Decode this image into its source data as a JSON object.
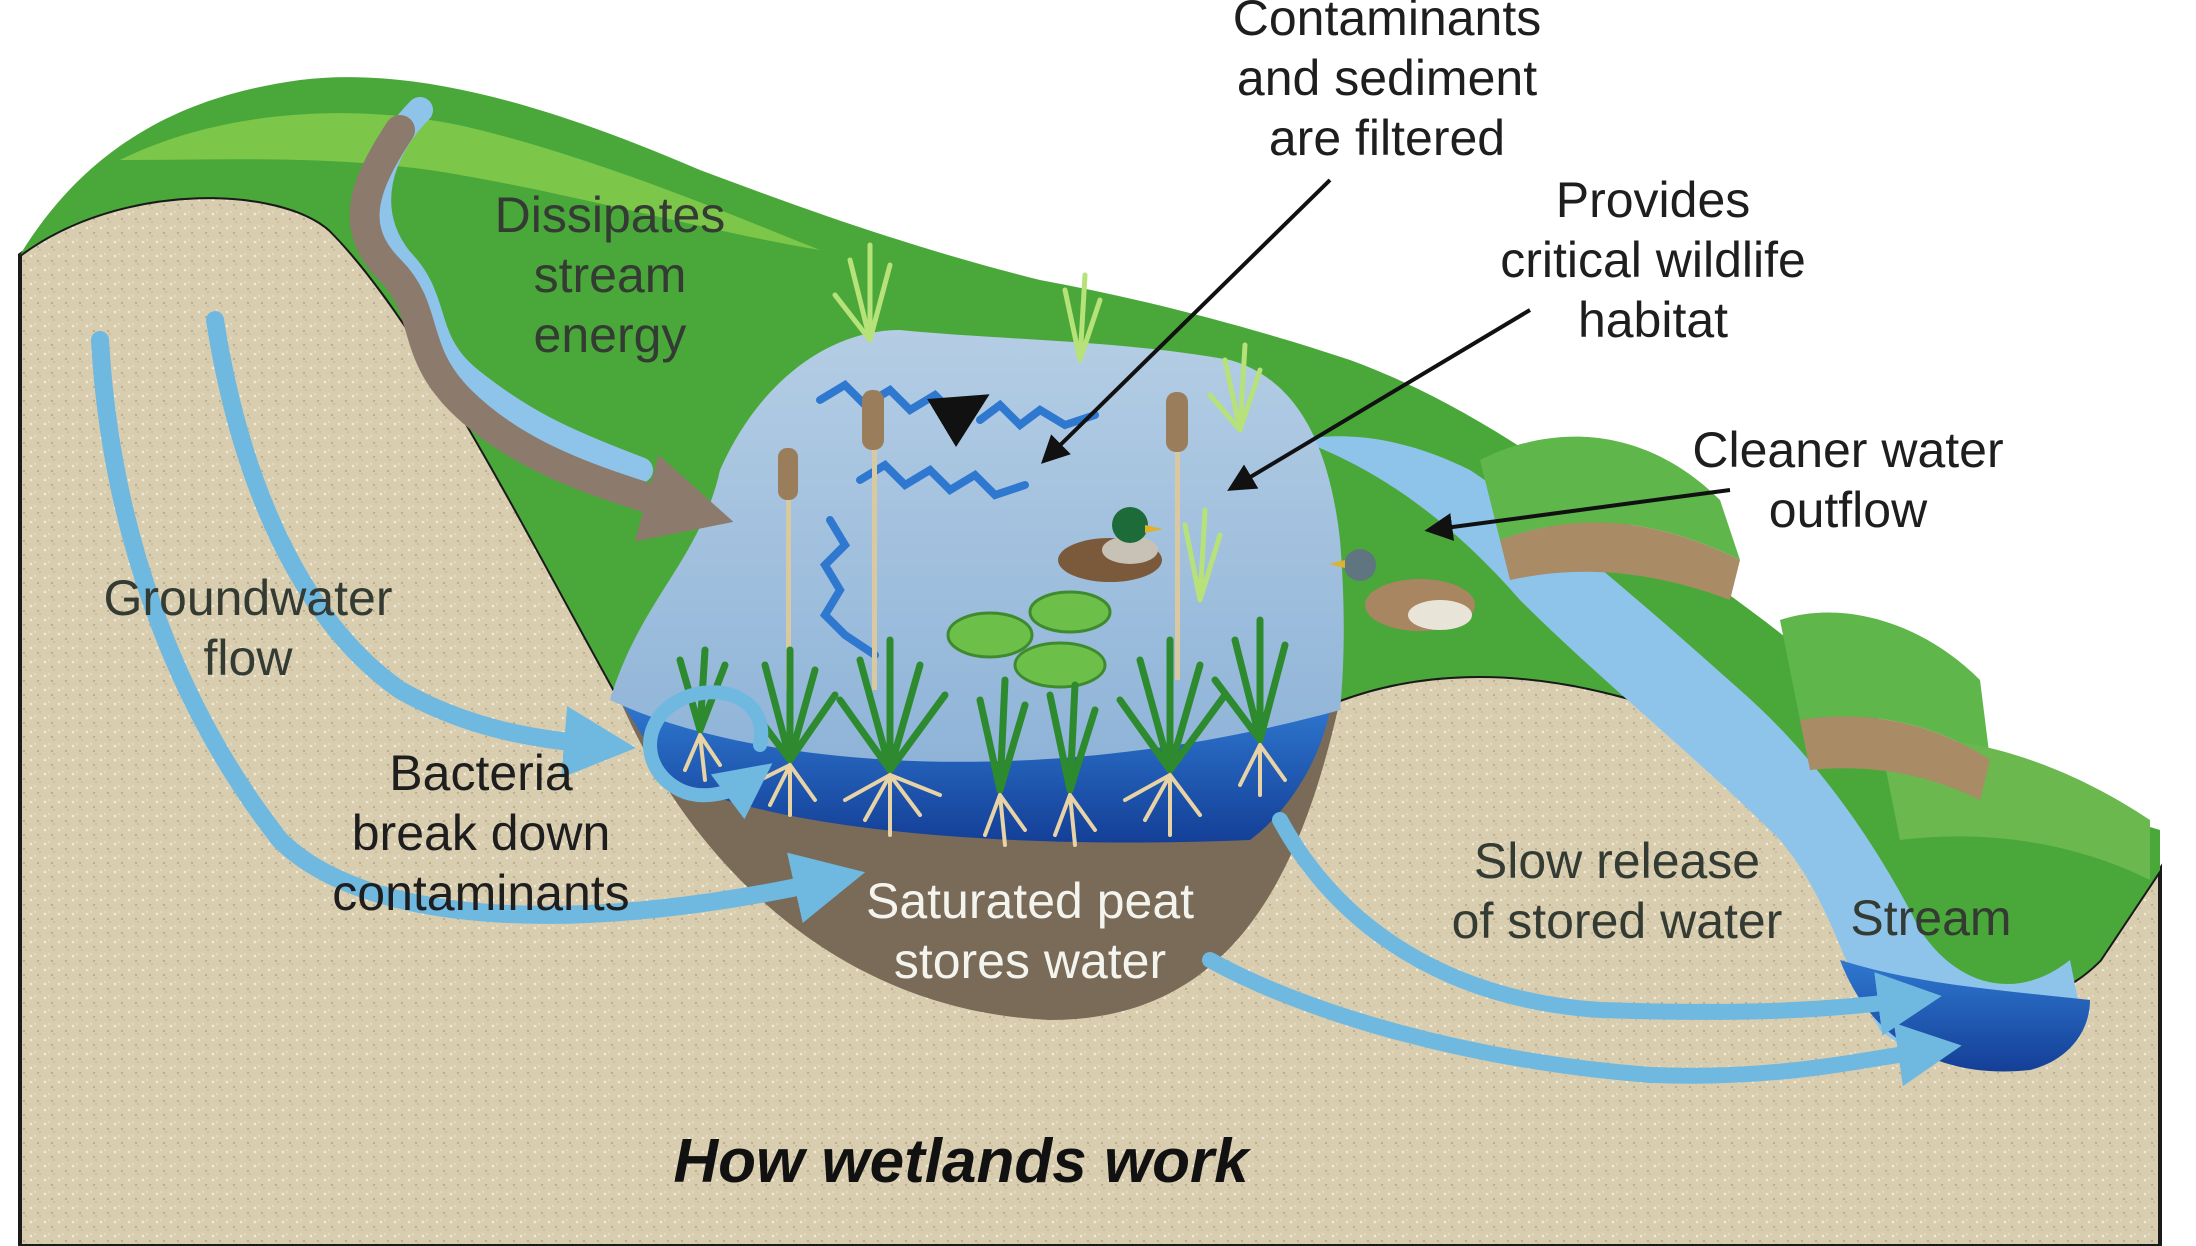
{
  "diagram": {
    "title": "How wetlands work",
    "labels": {
      "contaminants": [
        "Contaminants",
        "and sediment",
        "are filtered"
      ],
      "habitat": [
        "Provides",
        "critical wildlife",
        "habitat"
      ],
      "dissipates": [
        "Dissipates",
        "stream",
        "energy"
      ],
      "cleaner": [
        "Cleaner water",
        "outflow"
      ],
      "groundwater": [
        "Groundwater",
        "flow"
      ],
      "bacteria": [
        "Bacteria",
        "break down",
        "contaminants"
      ],
      "peat": [
        "Saturated peat",
        "stores water"
      ],
      "slow_release": [
        "Slow release",
        "of stored water"
      ],
      "stream": [
        "Stream"
      ]
    },
    "colors": {
      "soil": "#d9cdb0",
      "grass": "#4aa83a",
      "grass_light": "#7cc64a",
      "pond": "#a9c6e0",
      "deep_water": "#1d55b4",
      "peat": "#7a6a58",
      "arrow_blue": "#6fb8e0",
      "stream_arrow": "#8c7a6c"
    }
  }
}
